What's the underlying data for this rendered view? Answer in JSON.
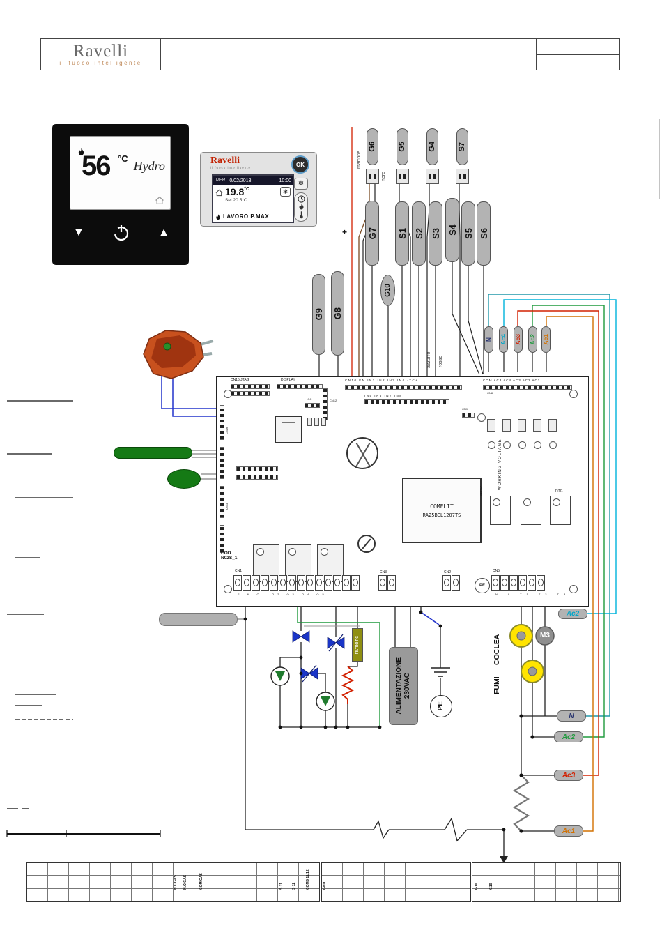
{
  "header": {
    "brand": "Ravelli",
    "tagline": "il fuoco intelligente"
  },
  "thermostat": {
    "temp": "56",
    "unit": "°C",
    "brand": "Hydro",
    "down_glyph": "▼",
    "up_glyph": "▲"
  },
  "display": {
    "brand": "Ravelli",
    "tagline": "il fuoco intelligente",
    "ok": "OK",
    "day": "MER",
    "date": "0/02/2013",
    "time": "10:00",
    "temp": "19.8",
    "unit": "°C",
    "setpoint": "Set 20.5°C",
    "status": "LAVORO P.MAX",
    "snow_glyph": "❄"
  },
  "wire_labels": {
    "marrone": "marrone",
    "nero": "nero",
    "azzurro": "azzurro",
    "rosso": "rosso",
    "plus": "+"
  },
  "connectors": {
    "g6": "G6",
    "g5": "G5",
    "g4": "G4",
    "s7": "S7",
    "g7": "G7",
    "s1": "S1",
    "s2": "S2",
    "s3": "S3",
    "s4": "S4",
    "s5": "S5",
    "s6": "S6",
    "g10": "G10",
    "g9": "G9",
    "g8": "G8"
  },
  "ac_top": [
    {
      "label": "N",
      "color": "#26326e"
    },
    {
      "label": "Ac4",
      "color": "#00a6c8"
    },
    {
      "label": "Ac3",
      "color": "#d22000"
    },
    {
      "label": "Ac2",
      "color": "#1f9a3d"
    },
    {
      "label": "Ac1",
      "color": "#d27000"
    }
  ],
  "pcb": {
    "jtag": "CN15 JTAG",
    "display": "DISPLAY",
    "oc": "+OC",
    "cn12": "CN12",
    "in_row": "CN10 EN IN1 IN2 IN3 IN4 -TC+",
    "in_row2": "IN5 IN6 IN7 IN8",
    "ac_row": "COM AC3 AC4 AC3 AC2 AC1",
    "cn8": "CN8",
    "cn9": "CN9",
    "cn16": "CN16",
    "cn18": "CN18",
    "working_voltage": "WORKING VOLTAGE",
    "settic": "SETTIC",
    "dtg": "DTG",
    "transformer1": "COMELIT",
    "transformer2": "RA25BEL1207TS",
    "cod1": "COD.",
    "cod2": "N02S_1",
    "cn1": "CN1",
    "cn1_pins": "F  N  O1  O2  O3  O4  O5",
    "cn3": "CN3",
    "cn2": "CN2",
    "pe": "PE",
    "cn5": "CN5",
    "cn5_pins": "N  L  T1  T2  T3"
  },
  "power": {
    "filtro": "FILTRO RC",
    "alim1": "ALIMENTAZIONE",
    "alim2": "230VAC",
    "pe": "PE",
    "coclea": "COCLEA",
    "fumi": "FUMI",
    "m3": "M3"
  },
  "ac_right": [
    {
      "label": "Ac2",
      "color": "#00a6c8"
    },
    {
      "label": "N",
      "color": "#26326e"
    },
    {
      "label": "Ac2",
      "color": "#1f9a3d"
    },
    {
      "label": "Ac3",
      "color": "#d22000"
    },
    {
      "label": "Ac1",
      "color": "#d27000"
    }
  ],
  "table": {
    "labels": [
      "N.C GAS",
      "N.O GAS",
      "COM GAS",
      "S 11",
      "S 12",
      "COMS 11/12",
      "GND",
      "G10",
      "G10"
    ]
  }
}
